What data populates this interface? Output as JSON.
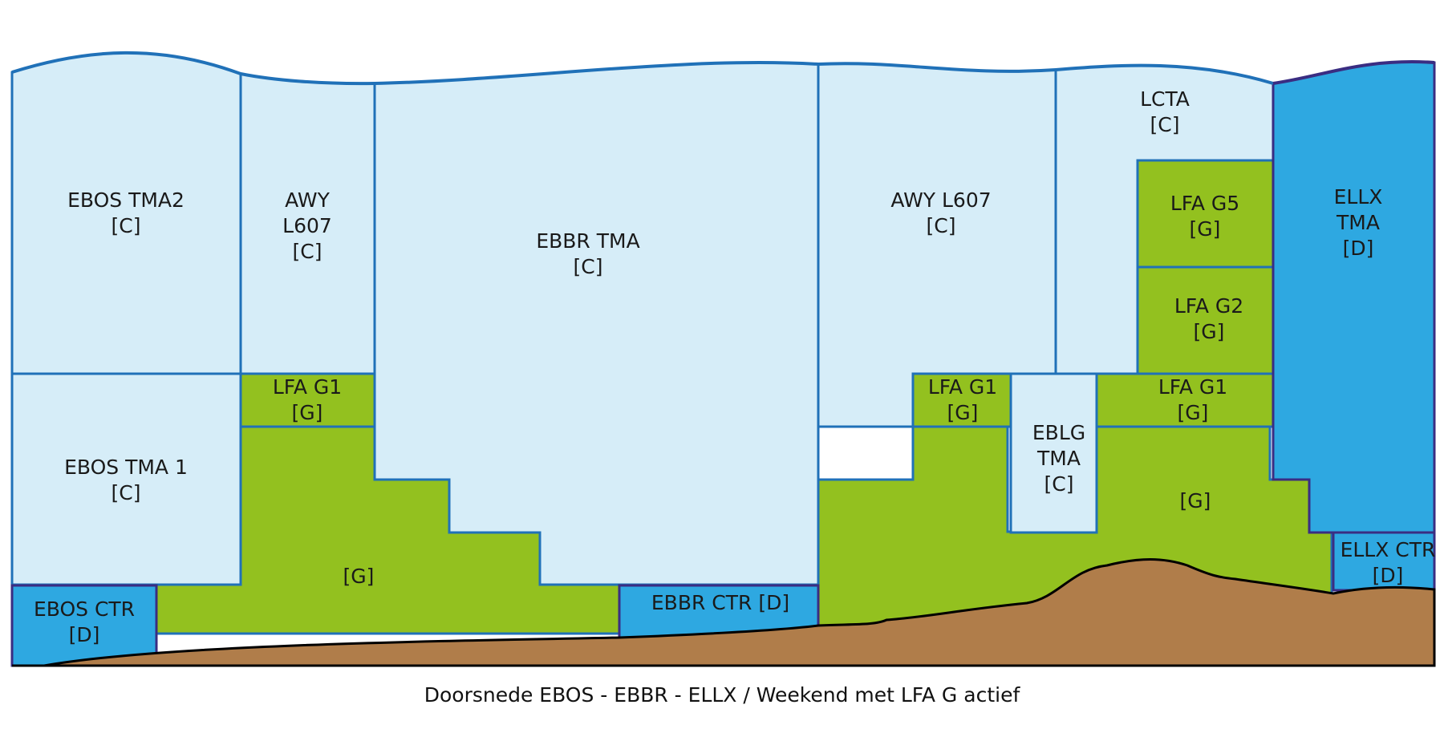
{
  "colors": {
    "class_c": "#d6edf8",
    "class_d": "#2ea8e1",
    "class_g": "#93c11f",
    "terrain": "#b07d4a",
    "border_c": "#2071b8",
    "border_d": "#3a2d82",
    "terrain_edge": "#000000"
  },
  "zones": {
    "ebos_tma2": {
      "name": "EBOS TMA2",
      "cls": "[C]"
    },
    "awy_l607_w": {
      "line1": "AWY",
      "line2": "L607",
      "cls": "[C]"
    },
    "ebbr_tma": {
      "name": "EBBR TMA",
      "cls": "[C]"
    },
    "awy_l607_e": {
      "name": "AWY L607",
      "cls": "[C]"
    },
    "lcta": {
      "name": "LCTA",
      "cls": "[C]"
    },
    "ellx_tma": {
      "line1": "ELLX",
      "line2": "TMA",
      "cls": "[D]"
    },
    "lfa_g5": {
      "name": "LFA G5",
      "cls": "[G]"
    },
    "lfa_g2": {
      "name": "LFA G2",
      "cls": "[G]"
    },
    "ebos_tma1": {
      "name": "EBOS TMA 1",
      "cls": "[C]"
    },
    "lfa_g1_w": {
      "name": "LFA G1",
      "cls": "[G]"
    },
    "lfa_g1_c": {
      "name": "LFA G1",
      "cls": "[G]"
    },
    "lfa_g1_e": {
      "name": "LFA G1",
      "cls": "[G]"
    },
    "eblg_tma": {
      "line1": "EBLG",
      "line2": "TMA",
      "cls": "[C]"
    },
    "class_g_w": {
      "cls": "[G]"
    },
    "class_g_e": {
      "cls": "[G]"
    },
    "ebos_ctr": {
      "name": "EBOS CTR",
      "cls": "[D]"
    },
    "ebbr_ctr": {
      "label": "EBBR CTR [D]"
    },
    "ellx_ctr": {
      "name": "ELLX CTR",
      "cls": "[D]"
    }
  },
  "caption": "Doorsnede EBOS - EBBR - ELLX / Weekend met LFA G actief"
}
